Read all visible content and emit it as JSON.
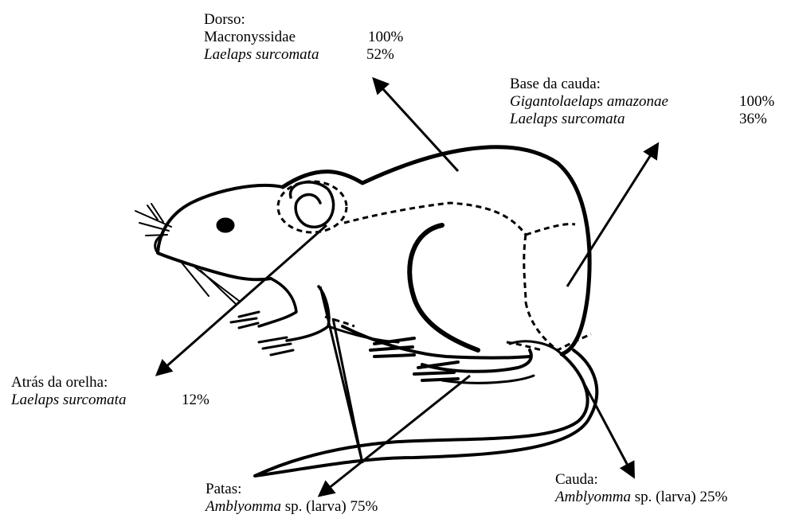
{
  "labels": {
    "dorso": {
      "title": "Dorso:",
      "rows": [
        {
          "species": "Macronyssidae",
          "italic": false,
          "pct": "100%"
        },
        {
          "species": "Laelaps surcomata",
          "italic": true,
          "pct": "52%"
        }
      ]
    },
    "base_cauda": {
      "title": "Base da cauda:",
      "rows": [
        {
          "species": "Gigantolaelaps amazonae",
          "italic": true,
          "pct": "100%"
        },
        {
          "species": "Laelaps surcomata",
          "italic": true,
          "pct": "36%"
        }
      ]
    },
    "orelha": {
      "title": "Atrás da orelha:",
      "rows": [
        {
          "species": "Laelaps surcomata",
          "italic": true,
          "pct": "12%"
        }
      ]
    },
    "patas": {
      "title": "Patas:",
      "rows": [
        {
          "species": "Amblyomma",
          "rest": "sp. (larva)",
          "pct": "75%"
        }
      ]
    },
    "cauda": {
      "title": "Cauda:",
      "rows": [
        {
          "species": "Amblyomma",
          "rest": "sp. (larva)",
          "pct": "25%"
        }
      ]
    }
  }
}
